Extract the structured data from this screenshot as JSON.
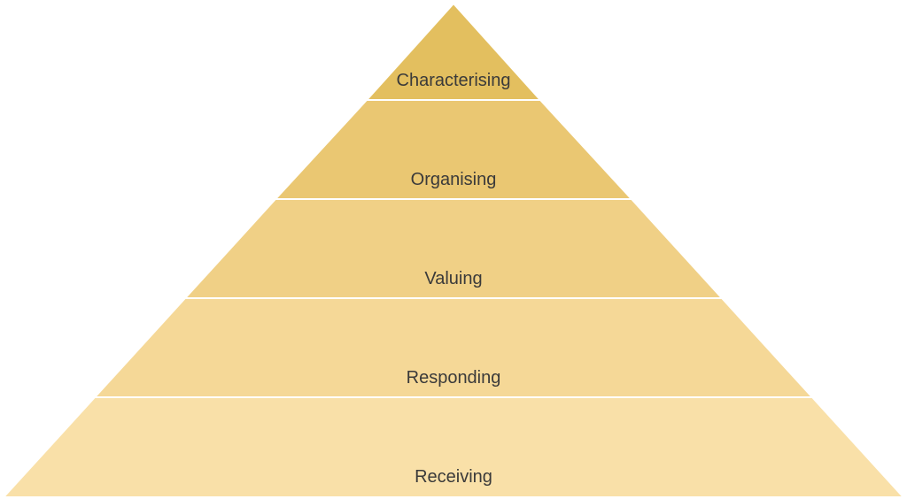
{
  "diagram": {
    "type": "pyramid",
    "levels": [
      {
        "label": "Characterising",
        "color": "#e3bf5f"
      },
      {
        "label": "Organising",
        "color": "#eac772"
      },
      {
        "label": "Valuing",
        "color": "#f0d086"
      },
      {
        "label": "Responding",
        "color": "#f5d897"
      },
      {
        "label": "Receiving",
        "color": "#f9e0a8"
      }
    ]
  }
}
